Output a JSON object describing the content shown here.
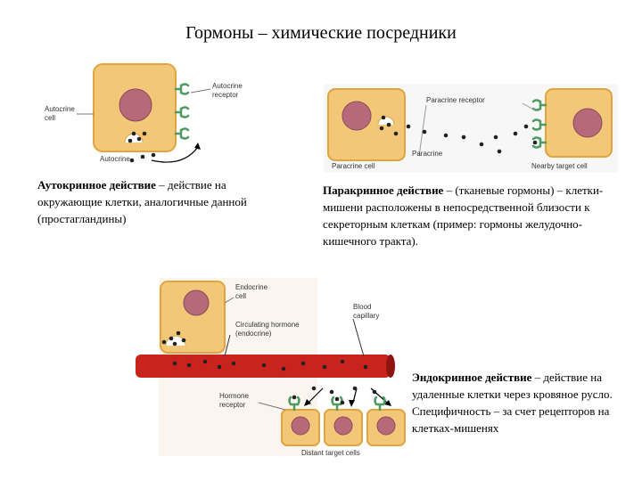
{
  "title": "Гормоны – химические посредники",
  "colors": {
    "cell_fill": "#f3c778",
    "cell_stroke": "#e0a441",
    "nucleus": "#b7697a",
    "receptor": "#4f9a60",
    "vessel": "#c8231d",
    "hormone": "#222222"
  },
  "autocrine": {
    "label_cell": "Autocrine\ncell",
    "label_receptor": "Autocrine\nreceptor",
    "label_bottom": "Autocrine",
    "desc_bold": "Аутокринное действие",
    "desc_rest": " – действие на окружающие клетки, аналогичные данной (простагландины)"
  },
  "paracrine": {
    "label_receptor": "Paracrine receptor",
    "label_paracrine": "Paracrine",
    "label_cell": "Paracrine cell",
    "label_target": "Nearby target cell",
    "desc_bold": "Паракринное действие",
    "desc_rest": " – (тканевые гормоны) – клетки-мишени расположены в непосредственной близости к секреторным клеткам (пример: гормоны желудочно-кишечного тракта)."
  },
  "endocrine": {
    "label_cell": "Endocrine\ncell",
    "label_hormone": "Circulating hormone\n(endocrine)",
    "label_capillary": "Blood\ncapillary",
    "label_receptor": "Hormone\nreceptor",
    "label_targets": "Distant target cells",
    "desc_bold": "Эндокринное действие",
    "desc_rest": " – действие на удаленные клетки через кровяное русло. Специфичность – за счет рецепторов на клетках-мишенях"
  }
}
